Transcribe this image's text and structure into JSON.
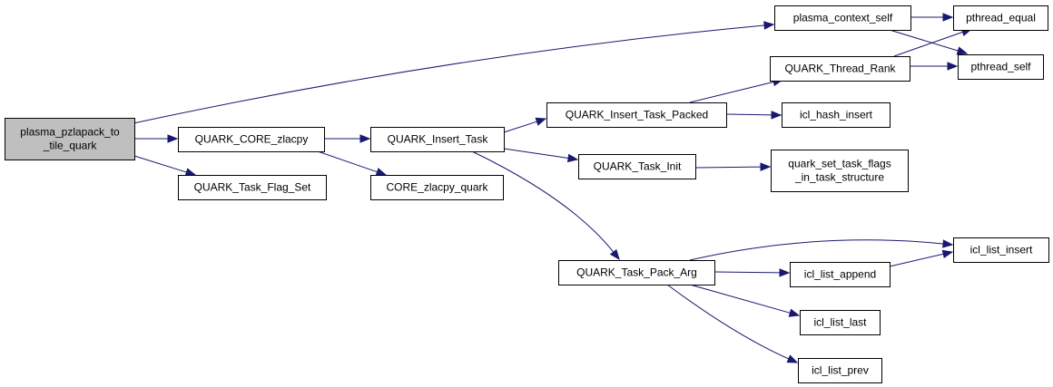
{
  "graph": {
    "nodes": [
      {
        "id": "root",
        "lines": [
          "plasma_pzlapack_to",
          "_tile_quark"
        ],
        "root": true
      },
      {
        "id": "core_zlacpy",
        "lines": [
          "QUARK_CORE_zlacpy"
        ]
      },
      {
        "id": "flag_set",
        "lines": [
          "QUARK_Task_Flag_Set"
        ]
      },
      {
        "id": "insert_task",
        "lines": [
          "QUARK_Insert_Task"
        ]
      },
      {
        "id": "core_zlacpy_quark",
        "lines": [
          "CORE_zlacpy_quark"
        ]
      },
      {
        "id": "insert_task_packed",
        "lines": [
          "QUARK_Insert_Task_Packed"
        ]
      },
      {
        "id": "task_init",
        "lines": [
          "QUARK_Task_Init"
        ]
      },
      {
        "id": "task_pack_arg",
        "lines": [
          "QUARK_Task_Pack_Arg"
        ]
      },
      {
        "id": "plasma_context_self",
        "lines": [
          "plasma_context_self"
        ]
      },
      {
        "id": "thread_rank",
        "lines": [
          "QUARK_Thread_Rank"
        ]
      },
      {
        "id": "icl_hash_insert",
        "lines": [
          "icl_hash_insert"
        ]
      },
      {
        "id": "quark_set_task_flags",
        "lines": [
          "quark_set_task_flags",
          "_in_task_structure"
        ]
      },
      {
        "id": "icl_list_append",
        "lines": [
          "icl_list_append"
        ]
      },
      {
        "id": "icl_list_last",
        "lines": [
          "icl_list_last"
        ]
      },
      {
        "id": "icl_list_prev",
        "lines": [
          "icl_list_prev"
        ]
      },
      {
        "id": "pthread_equal",
        "lines": [
          "pthread_equal"
        ]
      },
      {
        "id": "pthread_self",
        "lines": [
          "pthread_self"
        ]
      },
      {
        "id": "icl_list_insert",
        "lines": [
          "icl_list_insert"
        ]
      }
    ],
    "edges": [
      {
        "from": "root",
        "to": "plasma_context_self"
      },
      {
        "from": "root",
        "to": "core_zlacpy"
      },
      {
        "from": "root",
        "to": "flag_set"
      },
      {
        "from": "core_zlacpy",
        "to": "insert_task"
      },
      {
        "from": "core_zlacpy",
        "to": "core_zlacpy_quark"
      },
      {
        "from": "insert_task",
        "to": "insert_task_packed"
      },
      {
        "from": "insert_task",
        "to": "task_init"
      },
      {
        "from": "insert_task",
        "to": "task_pack_arg"
      },
      {
        "from": "insert_task_packed",
        "to": "thread_rank"
      },
      {
        "from": "insert_task_packed",
        "to": "icl_hash_insert"
      },
      {
        "from": "task_init",
        "to": "quark_set_task_flags"
      },
      {
        "from": "task_pack_arg",
        "to": "icl_list_insert"
      },
      {
        "from": "task_pack_arg",
        "to": "icl_list_append"
      },
      {
        "from": "task_pack_arg",
        "to": "icl_list_last"
      },
      {
        "from": "task_pack_arg",
        "to": "icl_list_prev"
      },
      {
        "from": "plasma_context_self",
        "to": "pthread_equal"
      },
      {
        "from": "plasma_context_self",
        "to": "pthread_self"
      },
      {
        "from": "thread_rank",
        "to": "pthread_equal"
      },
      {
        "from": "thread_rank",
        "to": "pthread_self"
      },
      {
        "from": "icl_list_append",
        "to": "icl_list_insert"
      }
    ]
  }
}
